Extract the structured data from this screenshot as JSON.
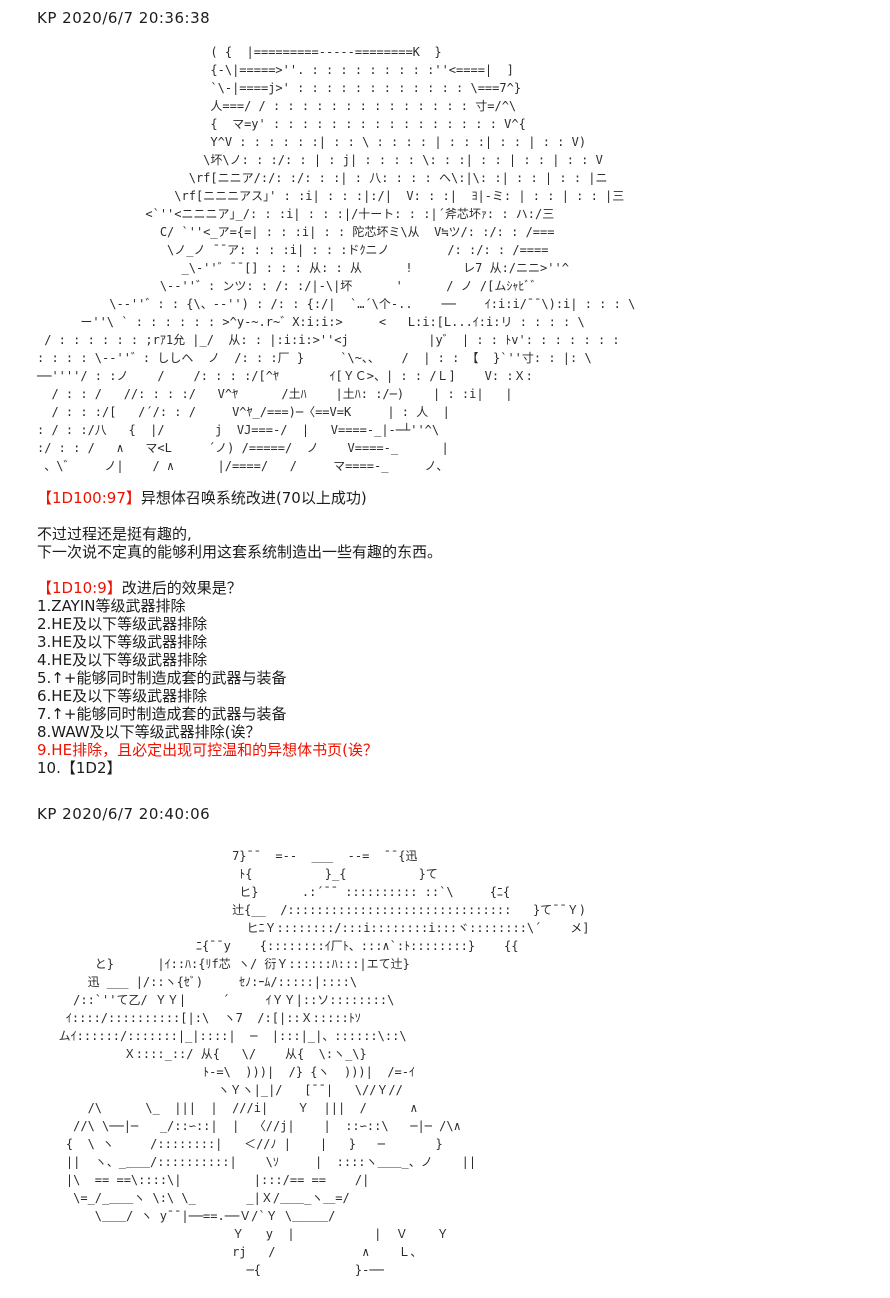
{
  "colors": {
    "background": "#ffffff",
    "body_text": "#1c1c1c",
    "dice_red": "#ee1100"
  },
  "post1": {
    "timestamp": "KP 2020/6/7 20:36:38",
    "ascii_art": [
      "                        ( {  |=========-----========K  }",
      "                        {-\\|=====>''. : : : : : : : : :''<====|  ]",
      "                        `\\-|====j>' : : : : : : : : : : : : \\===7^}",
      "                        人===/ / : : : : : : : : : : : : : : 寸=/^\\",
      "                        {  マ=y' : : : : : : : : : : : : : : : : V^{",
      "                        Y^V : : : : : :| : : \\ : : : : | : : :| : : | : : V)",
      "                       \\坏\\ノ: : :/: : | : j| : : : : \\: : :| : : | : : | : : V",
      "                     \\rf[ニニア/:/: :/: : :| : 八: : : : ヘ\\:|\\: :| : : | : : |ニ",
      "                   \\rf[ニニニアス｣' : :i| : : :|:/|  V: : :|  ﾖ|-ミ: | : : | : : |三",
      "               <`''<ニニニア｣_/: : :i| : : :|/十ート: : :|´斧芯坏ｧ: : ハ:/三",
      "                 C/ `''<_ア={=| : : :i| : : 陀芯坏ミ\\从  V≒ツ/: :/: : /===",
      "                  \\ノ_ノ ¯¯ア: : : :i| : : :ドｸニノ        /: :/: : /====",
      "                    _\\-''゛¯¯[] : : : 从: : 从      !       レ7 从:/ニニ>''^",
      "                 \\-‐''゛: ンツ: : /: :/|-\\|坏      '      / ノ /[ムｼｬﾋﾞ゛",
      "          \\-‐''゛: : {\\、-‐'') : /: : {:/|  `…´\\个-..    ──    ｲ:i:i/¯¯\\):i| : : : \\",
      "      ー''\\ ` : : : : : : >^y-~.r~゛X:i:i:>     <   L:i:[L...ｲ:i:リ : : : : \\",
      " / : : : : : : ;rｱ1允 |_/  从: : |:i:i:>''<j           |y゛ | : : ﾄv': : : : : : :",
      ": : : : \\-‐''゛: ししヘ  ノ  /: : :厂 }     `\\~、、   /  | : : 【  }`''寸: : |: \\",
      "──''''/ : :ノ    /    /: : : :/[^ﾔ       ｲ[ＹＣ>、| : : /Ｌ]    V: :Ｘ:",
      "  / : : /   //: : : :/   V^ﾔ      /土ﾊ    |土ﾊ: :/─)    | : :i|   |",
      "  / : : :/[   /´/: : /     V^ﾔ_/===)─〈==V=K     | : 人  |",
      ": / : :/八   {  |/       j  VJ===-/  |   V====-_|-─┴''^\\",
      ":/ : : /   ∧   マ<L     ´ノ) /=====/  ノ    V====-_      |",
      " 、\\゛    ノ|    / ∧      |/====/   /     マ====-_     ノ、"
    ],
    "roll1": {
      "dice": "【1D100:97】",
      "text": "异想体召唤系统改进(70以上成功)"
    },
    "para": [
      "不过过程还是挺有趣的,",
      "下一次说不定真的能够利用这套系统制造出一些有趣的东西。"
    ],
    "roll2": {
      "dice": "【1D10:9】",
      "text": "改进后的效果是？"
    },
    "options": [
      "1.ZAYIN等级武器排除",
      "2.HE及以下等级武器排除",
      "3.HE及以下等级武器排除",
      "4.HE及以下等级武器排除",
      "5.↑+能够同时制造成套的武器与装备",
      "6.HE及以下等级武器排除",
      "7.↑+能够同时制造成套的武器与装备",
      "8.WAW及以下等级武器排除(诶？",
      "9.HE排除，且必定出现可控温和的异想体书页(诶？",
      "10.【1D2】"
    ]
  },
  "post2": {
    "timestamp": "KP 2020/6/7 20:40:06",
    "ascii_art": [
      "                           7}¯¯  =--  ___  --=  ¯¯{迅",
      "                            ﾄ{          }_{          }て",
      "                            ヒ}      .:´¯¯ :::::::::: ::`\\     {ﾆ{",
      "                           辻{__  /:::::::::::::::::::::::::::::::   }て¯¯Ｙ)",
      "                             ヒﾆＹ::::::::/:::i::::::::i:::ヾ::::::::\\´    メ]",
      "                      ﾆ{¯¯y    {::::::::ｲ厂ﾄ、:::∧`:ﾄ::::::::}    {{",
      "        と}      |ｲ::ﾊ:{ﾘf芯 ヽ/ 衍Ｙ::::::ﾊ:::|エて辻}",
      "       迅 ___ |/::ヽ{ｾﾞ)     ｾﾉ:ｰﾑ/:::::|::::\\",
      "     /::`''て乙/ ＹＹ|     ´     ｲＹＹ|::ソ::::::::\\",
      "    ｲ::::/::::::::::[|:\\  ヽ7  /:[|::Ｘ:::::ﾄｿ",
      "   ムｲ::::::/:::::::|_|::::|  ─  |:::|_|、::::::\\::\\",
      "            Ｘ::::_::/ 从{   \\/    从{  \\:ヽ_\\}",
      "                       ﾄ-=\\  )))|  /} {ヽ  )))|  /=-ｲ",
      "                         ヽＹヽ|_|/   [¯¯|   \\//Ｙ//",
      "       /\\      \\_  |||  |  ///i|    Ｙ  |||  /      ∧",
      "     //\\ \\──|─   _/::∽::|  |  〈//j|    |  ::∽::\\   ─|─ /\\∧",
      "    {  \\ ヽ     /::::::::|   ＜//ﾉ |    |   }   ─       }",
      "    ||  ヽ、_＿＿/::::::::::|    \\ｿ     |  ::::ヽ＿＿_、ノ    ||",
      "    |\\  == ==\\::::\\|          |:::/== ==    /|",
      "     \\=_/_＿＿ヽ \\:\\ \\_       _|Ｘ/＿＿_ヽ＿=/",
      "        \\＿＿/ ヽ y¯¯|──==.──Ｖ/`Ｙ \\＿＿＿/",
      "                           Ｙ   y  |           |  Ｖ    Ｙ",
      "                           rj   /            ∧    Ｌ、",
      "                             ─{             }-──"
    ]
  }
}
